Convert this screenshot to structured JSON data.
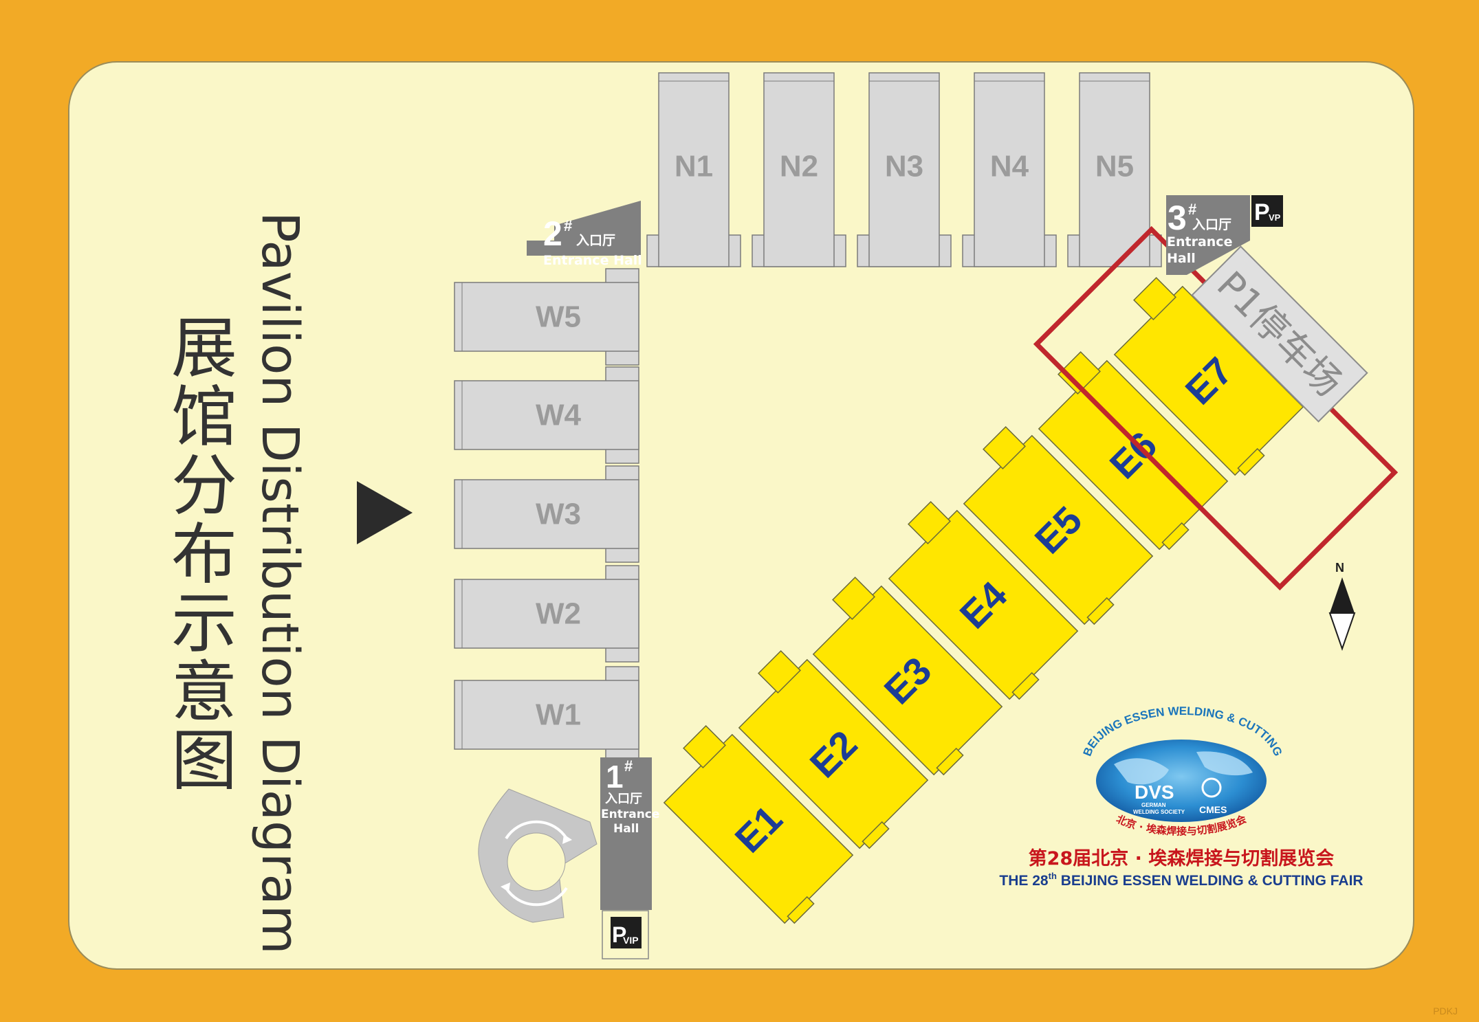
{
  "title": {
    "chinese": "展馆分布示意图",
    "english": "Pavilion Distribution Diagram"
  },
  "north_halls": [
    "N1",
    "N2",
    "N3",
    "N4",
    "N5"
  ],
  "west_halls": [
    "W5",
    "W4",
    "W3",
    "W2",
    "W1"
  ],
  "east_halls": [
    "E1",
    "E2",
    "E3",
    "E4",
    "E5",
    "E6",
    "E7"
  ],
  "highlighted_hall": "E7",
  "entrances": [
    {
      "number": "1",
      "mark": "#",
      "cn": "入口厅",
      "en_line1": "Entrance",
      "en_line2": "Hall"
    },
    {
      "number": "2",
      "mark": "#",
      "cn": "入口厅",
      "en_line1": "Entrance Hall",
      "en_line2": ""
    },
    {
      "number": "3",
      "mark": "#",
      "cn": "入口厅",
      "en_line1": "Entrance",
      "en_line2": "Hall"
    }
  ],
  "parking": {
    "p1": "P1停车场",
    "vip_p": "P",
    "vip_text": "VIP",
    "vip_top_p": "P",
    "vip_top_text": "VP"
  },
  "compass": {
    "label": "N"
  },
  "logo": {
    "arc_text": "BEIJING ESSEN WELDING & CUTTING",
    "dvs": "DVS",
    "dvs_sub1": "GERMAN",
    "dvs_sub2": "WELDING SOCIETY",
    "cmes": "CMES",
    "cn_arc": "北京 · 埃森焊接与切割展览会"
  },
  "fair": {
    "chinese": "第28届北京 · 埃森焊接与切割展览会",
    "english_prefix": "THE 28",
    "english_sup": "th",
    "english_suffix": " BEIJING ESSEN WELDING & CUTTING FAIR"
  },
  "watermark": "PDKJ",
  "colors": {
    "frame": "#F2AA26",
    "panel": "#FAF7C8",
    "hall_grey": "#D8D8D8",
    "hall_yellow": "#FFE600",
    "highlight": "#C0272D",
    "entrance_grey": "#808080"
  }
}
